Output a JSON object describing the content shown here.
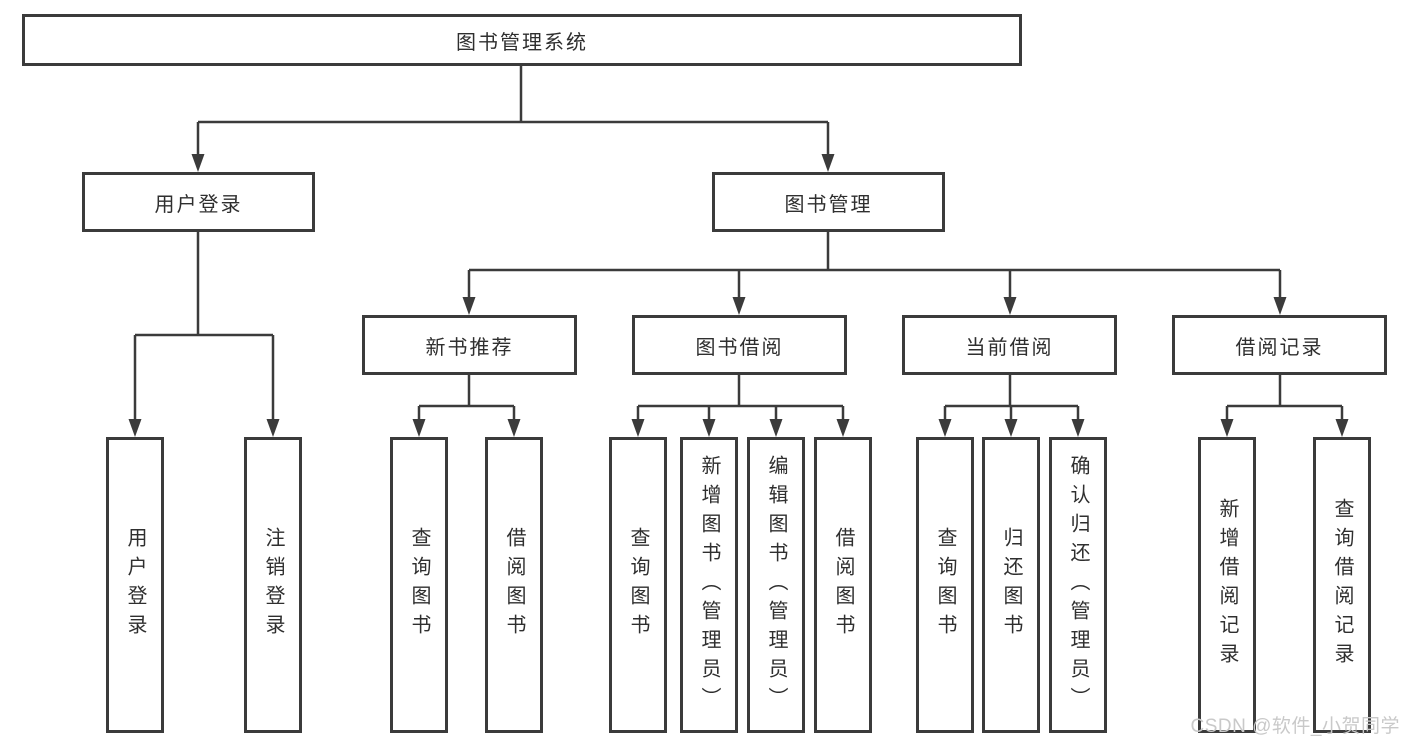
{
  "diagram": {
    "title": "图书管理系统",
    "branches": [
      {
        "label": "用户登录",
        "children": [
          {
            "label": "用户登录"
          },
          {
            "label": "注销登录"
          }
        ]
      },
      {
        "label": "图书管理",
        "children": [
          {
            "label": "新书推荐",
            "children": [
              {
                "label": "查询图书"
              },
              {
                "label": "借阅图书"
              }
            ]
          },
          {
            "label": "图书借阅",
            "children": [
              {
                "label": "查询图书"
              },
              {
                "label": "新增图书（管理员）"
              },
              {
                "label": "编辑图书（管理员）"
              },
              {
                "label": "借阅图书"
              }
            ]
          },
          {
            "label": "当前借阅",
            "children": [
              {
                "label": "查询图书"
              },
              {
                "label": "归还图书"
              },
              {
                "label": "确认归还（管理员）"
              }
            ]
          },
          {
            "label": "借阅记录",
            "children": [
              {
                "label": "新增借阅记录"
              },
              {
                "label": "查询借阅记录"
              }
            ]
          }
        ]
      }
    ]
  },
  "watermark": "CSDN @软件_小贺同学",
  "colors": {
    "line": "#3b3b3b",
    "text": "#2f2f2f",
    "background": "#ffffff",
    "watermark": "#c9c9c9"
  }
}
